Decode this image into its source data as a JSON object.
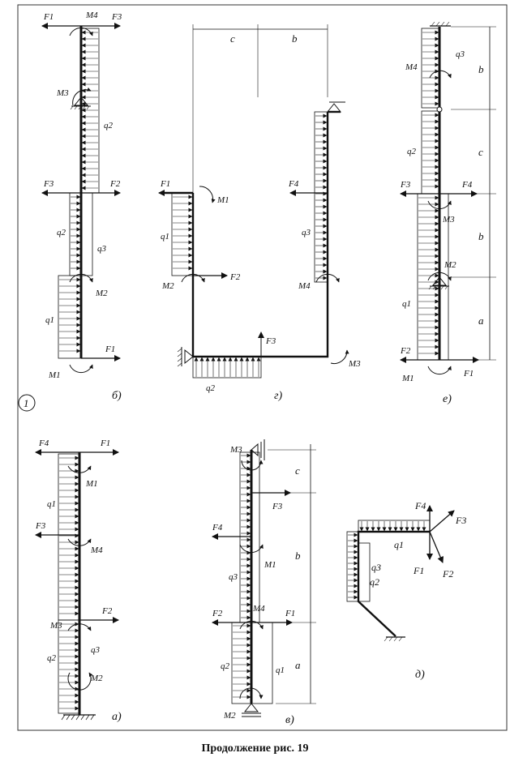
{
  "caption": "Продолжение рис. 19",
  "figure_number": "1",
  "panels": [
    {
      "id": "a",
      "label": "а)",
      "labels": [
        "F1",
        "F4",
        "F3",
        "F2",
        "M1",
        "M4",
        "M2",
        "M3",
        "q1",
        "q2",
        "q3"
      ]
    },
    {
      "id": "b",
      "label": "б)",
      "labels": [
        "F1",
        "F3",
        "F3",
        "F2",
        "F1",
        "M4",
        "M3",
        "M2",
        "M1",
        "q1",
        "q2",
        "q2",
        "q3"
      ]
    },
    {
      "id": "v",
      "label": "в)",
      "labels": [
        "M3",
        "F3",
        "F4",
        "M1",
        "F2",
        "M4",
        "F1",
        "M2",
        "q1",
        "q2",
        "q3",
        "a",
        "b",
        "c"
      ]
    },
    {
      "id": "g",
      "label": "г)",
      "labels": [
        "F1",
        "M1",
        "F2",
        "M2",
        "q1",
        "F4",
        "M4",
        "q3",
        "F3",
        "M3",
        "q2",
        "c",
        "b"
      ]
    },
    {
      "id": "d",
      "label": "д)",
      "labels": [
        "F4",
        "F3",
        "q1",
        "F1",
        "F2",
        "q3",
        "q2"
      ]
    },
    {
      "id": "e",
      "label": "е)",
      "labels": [
        "M4",
        "q3",
        "q2",
        "F3",
        "F4",
        "M3",
        "M2",
        "q1",
        "F2",
        "M1",
        "F1",
        "a",
        "b",
        "c",
        "b"
      ]
    }
  ],
  "colors": {
    "ink": "#111111",
    "paper": "#ffffff"
  }
}
